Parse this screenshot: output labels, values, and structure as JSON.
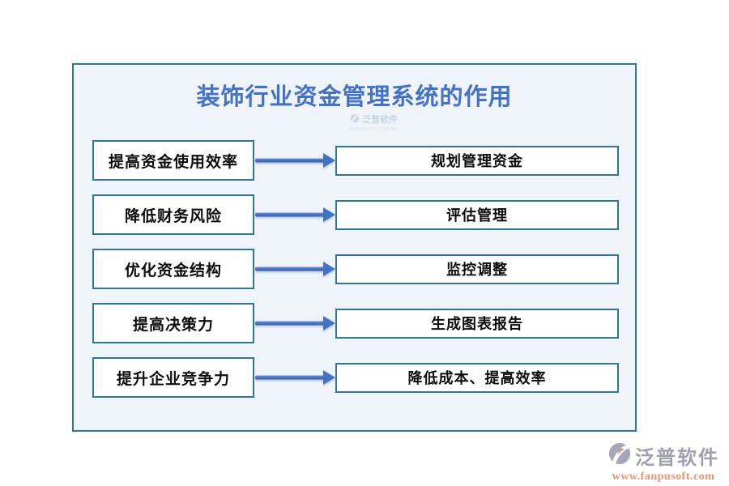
{
  "title": "装饰行业资金管理系统的作用",
  "watermark": {
    "brand": "泛普软件",
    "sub": "FANPU SOFTWARE"
  },
  "diagram": {
    "arrow_direction": "left-to-right",
    "rows": [
      {
        "left": "提高资金使用效率",
        "right": "规划管理资金"
      },
      {
        "left": "降低财务风险",
        "right": "评估管理"
      },
      {
        "left": "优化资金结构",
        "right": "监控调整"
      },
      {
        "left": "提高决策力",
        "right": "生成图表报告"
      },
      {
        "left": "提升企业竞争力",
        "right": "降低成本、提高效率"
      }
    ]
  },
  "footer": {
    "brand": "泛普软件",
    "url": "www.fanpusoft.com"
  },
  "colors": {
    "accent_blue": "#4472c4",
    "border_teal": "#2f7795",
    "panel_bg": "#eff4fa",
    "node_bg": "#ffffff",
    "footer_gray": "#9fa1b0",
    "footer_salmon": "#e89473"
  }
}
